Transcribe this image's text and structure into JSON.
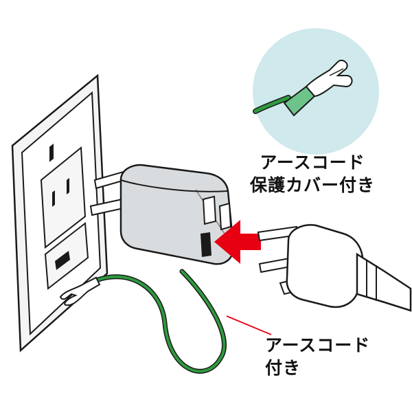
{
  "labels": {
    "cover_callout": [
      "アースコード",
      "保護カバー付き"
    ],
    "cord_callout": [
      "アースコード",
      "付き"
    ]
  },
  "colors": {
    "earth_cord_green": "#2e9a3e",
    "cover_green": "#6dc38a",
    "inset_circle": "#cfe9ec",
    "adapter_gray": "#d9dcde",
    "arrow_red": "#e60012",
    "callout_line_red": "#e60012",
    "outline": "#1a1a1a"
  },
  "icons": [
    "wall-outlet-icon",
    "plug-adapter-icon",
    "power-plug-icon",
    "insert-arrow-icon",
    "earth-terminal-icon",
    "earth-cord-icon"
  ]
}
